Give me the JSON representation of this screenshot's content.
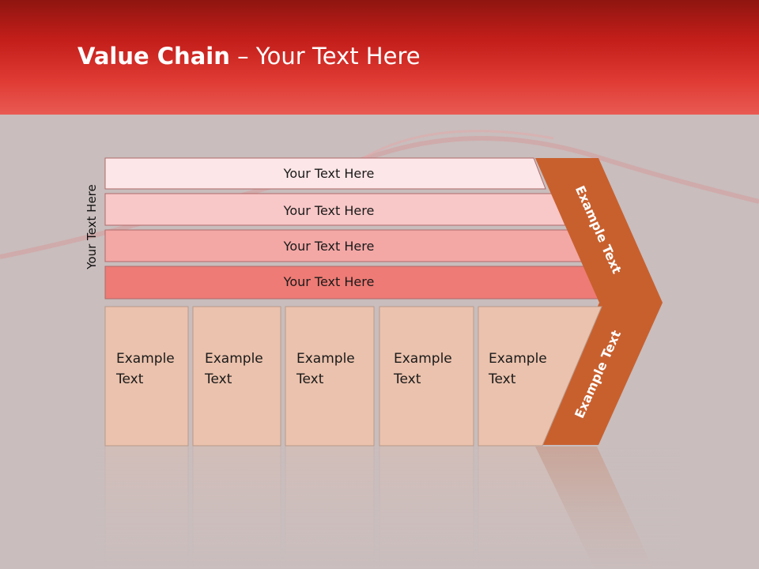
{
  "slide": {
    "title_bold": "Value Chain",
    "title_rest": " – Your Text Here",
    "side_label": "Your Text Here"
  },
  "support_rows": [
    {
      "label": "Your Text Here",
      "fill": "#fde6e7"
    },
    {
      "label": "Your Text Here",
      "fill": "#f8c7c7"
    },
    {
      "label": "Your Text Here",
      "fill": "#f3a8a6"
    },
    {
      "label": "Your Text Here",
      "fill": "#ee7b75"
    }
  ],
  "primary_activities": [
    {
      "line1": "Example",
      "line2": "Text"
    },
    {
      "line1": "Example",
      "line2": "Text"
    },
    {
      "line1": "Example",
      "line2": "Text"
    },
    {
      "line1": "Example",
      "line2": "Text"
    },
    {
      "line1": "Example",
      "line2": "Text"
    }
  ],
  "margin_arrow": {
    "upper_label": "Example Text",
    "lower_label": "Example Text"
  },
  "colors": {
    "header_red": "#c41e1a",
    "background": "#c9bdbd",
    "activity_fill": "#ebc2ad",
    "arrow_orange": "#c8602e"
  }
}
